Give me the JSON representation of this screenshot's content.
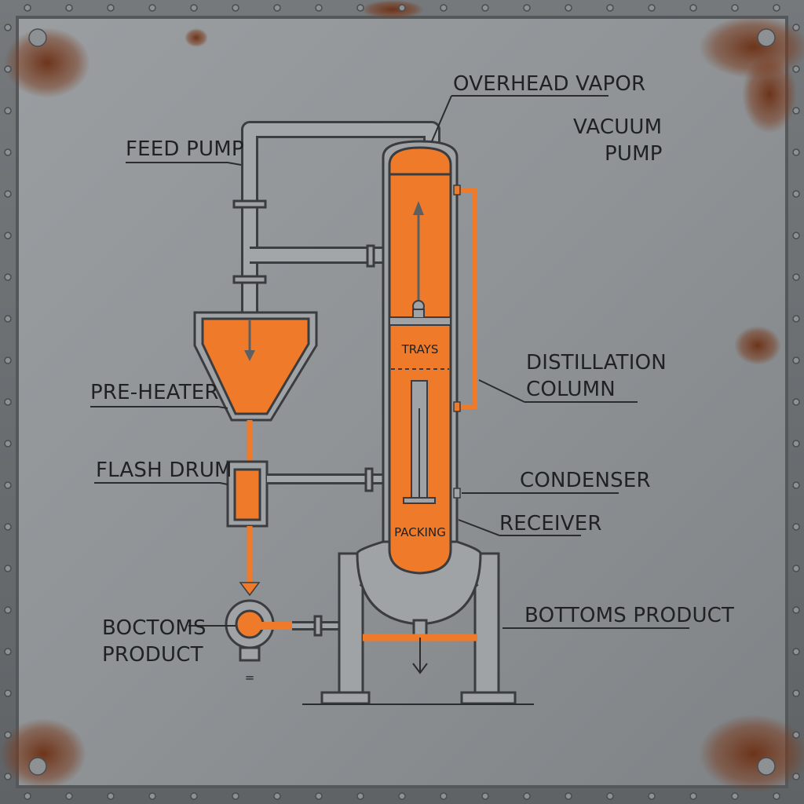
{
  "diagram": {
    "labels": {
      "overhead_vapor": "OVERHEAD VAPOR",
      "vacuum_pump_1": "VACUUM",
      "vacuum_pump_2": "PUMP",
      "feed_pump": "FEED PUMP",
      "distillation_column_1": "DISTILLATION",
      "distillation_column_2": "COLUMN",
      "pre_heater": "PRE-HEATER",
      "flash_drum": "FLASH DRUM",
      "condenser": "CONDENSER",
      "receiver": "RECEIVER",
      "bottoms_product_right": "BOTTOMS PRODUCT",
      "bottoms_product_left_1": "BOCTOMS",
      "bottoms_product_left_2": "PRODUCT",
      "trays": "TRAYS",
      "packing": "PACKING",
      "pump_mark": "="
    },
    "colors": {
      "orange": "#ee7a2a",
      "steel": "#9fa3a6",
      "background_plate": "#8e9295",
      "rust": "#7a3a1c",
      "ink": "#1f2123"
    }
  }
}
